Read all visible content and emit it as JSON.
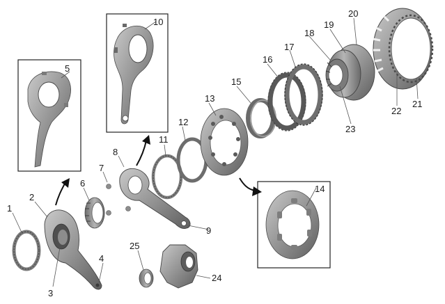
{
  "diagram": {
    "colors": {
      "part_fill": "#8a8a8a",
      "part_dark": "#5a5a5a",
      "part_light": "#c4c4c4",
      "inset_border": "#222222",
      "arrow": "#111111"
    },
    "callouts": {
      "c1": "1",
      "c2": "2",
      "c3": "3",
      "c4": "4",
      "c5": "5",
      "c6": "6",
      "c7": "7",
      "c8": "8",
      "c9": "9",
      "c10": "10",
      "c11": "11",
      "c12": "12",
      "c13": "13",
      "c14": "14",
      "c15": "15",
      "c16": "16",
      "c17": "17",
      "c18": "18",
      "c19": "19",
      "c20": "20",
      "c21": "21",
      "c22": "22",
      "c23": "23",
      "c24": "24",
      "c25": "25"
    }
  }
}
